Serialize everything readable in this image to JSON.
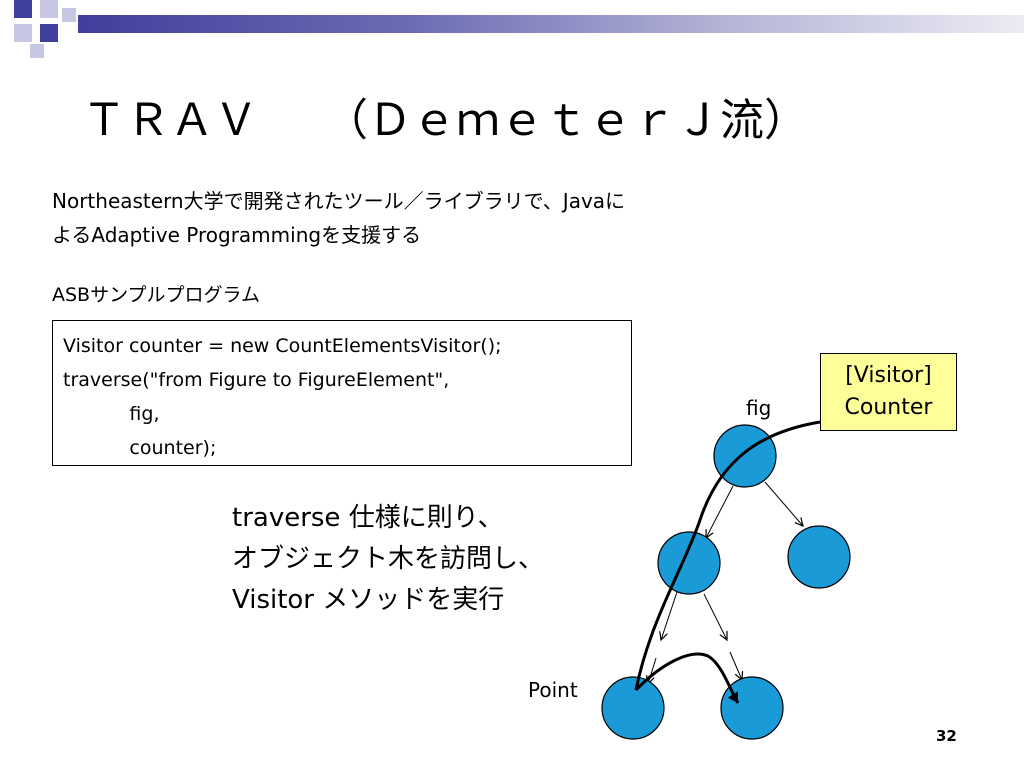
{
  "slide": {
    "title": "ＴＲＡＶ　　（ＤｅｍｅｔｅｒＪ流）",
    "description_lines": [
      "Northeastern大学で開発されたツール／ライブラリで、Javaに",
      "よるAdaptive Programmingを支援する"
    ],
    "asb_label": "ASBサンプルプログラム",
    "code_lines": [
      "Visitor counter = new CountElementsVisitor();",
      "traverse(\"from Figure to FigureElement\",",
      "           fig,",
      "           counter);"
    ],
    "explanation_lines": [
      "traverse 仕様に則り、",
      "オブジェクト木を訪問し、",
      "Visitor メソッドを実行"
    ],
    "visitor_box": {
      "line1": "[Visitor]",
      "line2": "Counter"
    },
    "fig_label": "fig",
    "point_label": "Point",
    "page_number": "32"
  },
  "colors": {
    "node_fill": "#1a9ad6",
    "visitor_box_fill": "#ffff99",
    "title_bar": "#3f3f9c",
    "corner_square_dark": "#3f3f9c",
    "corner_square_light": "#c7c7e3"
  }
}
